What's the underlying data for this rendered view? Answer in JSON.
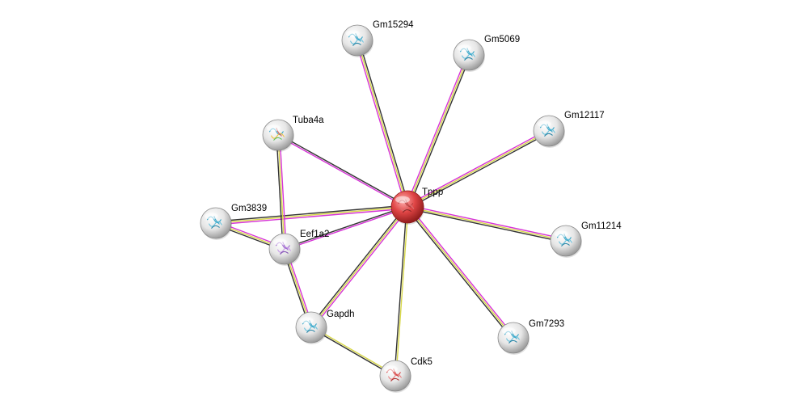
{
  "network": {
    "center": "Tppp",
    "nodes": [
      {
        "id": "Tppp",
        "label": "Tppp",
        "query": true,
        "color": "#e03a3a",
        "structure": "red"
      },
      {
        "id": "Gm15294",
        "label": "Gm15294",
        "color": "#dcdcdc",
        "structure": "cyan"
      },
      {
        "id": "Gm5069",
        "label": "Gm5069",
        "color": "#dcdcdc",
        "structure": "cyan"
      },
      {
        "id": "Gm12117",
        "label": "Gm12117",
        "color": "#dcdcdc",
        "structure": "cyan"
      },
      {
        "id": "Tuba4a",
        "label": "Tuba4a",
        "color": "#dcdcdc",
        "structure": "multi"
      },
      {
        "id": "Gm3839",
        "label": "Gm3839",
        "color": "#dcdcdc",
        "structure": "cyan"
      },
      {
        "id": "Eef1a2",
        "label": "Eef1a2",
        "color": "#dcdcdc",
        "structure": "purple"
      },
      {
        "id": "Gm11214",
        "label": "Gm11214",
        "color": "#dcdcdc",
        "structure": "cyan"
      },
      {
        "id": "Gapdh",
        "label": "Gapdh",
        "color": "#dcdcdc",
        "structure": "cyan"
      },
      {
        "id": "Gm7293",
        "label": "Gm7293",
        "color": "#dcdcdc",
        "structure": "cyan"
      },
      {
        "id": "Cdk5",
        "label": "Cdk5",
        "color": "#dcdcdc",
        "structure": "red-small"
      }
    ],
    "edges": [
      {
        "source": "Tppp",
        "target": "Gm15294",
        "evidence": [
          "#d633d6",
          "#d8d84a",
          "#333333"
        ]
      },
      {
        "source": "Tppp",
        "target": "Gm5069",
        "evidence": [
          "#d633d6",
          "#d8d84a",
          "#333333"
        ]
      },
      {
        "source": "Tppp",
        "target": "Gm12117",
        "evidence": [
          "#d633d6",
          "#d8d84a",
          "#333333"
        ]
      },
      {
        "source": "Tppp",
        "target": "Tuba4a",
        "evidence": [
          "#d633d6",
          "#333333"
        ]
      },
      {
        "source": "Tppp",
        "target": "Gm3839",
        "evidence": [
          "#d633d6",
          "#d8d84a",
          "#333333"
        ]
      },
      {
        "source": "Tppp",
        "target": "Eef1a2",
        "evidence": [
          "#d633d6",
          "#333333"
        ]
      },
      {
        "source": "Tppp",
        "target": "Gm11214",
        "evidence": [
          "#d633d6",
          "#d8d84a",
          "#333333"
        ]
      },
      {
        "source": "Tppp",
        "target": "Gapdh",
        "evidence": [
          "#d633d6",
          "#d8d84a",
          "#333333"
        ]
      },
      {
        "source": "Tppp",
        "target": "Gm7293",
        "evidence": [
          "#d633d6",
          "#d8d84a",
          "#333333"
        ]
      },
      {
        "source": "Tppp",
        "target": "Cdk5",
        "evidence": [
          "#d8d84a",
          "#333333"
        ]
      },
      {
        "source": "Tuba4a",
        "target": "Eef1a2",
        "evidence": [
          "#d633d6",
          "#d8d84a",
          "#333333"
        ]
      },
      {
        "source": "Gm3839",
        "target": "Eef1a2",
        "evidence": [
          "#d633d6",
          "#d8d84a",
          "#333333"
        ]
      },
      {
        "source": "Eef1a2",
        "target": "Gapdh",
        "evidence": [
          "#d633d6",
          "#d8d84a",
          "#333333"
        ]
      },
      {
        "source": "Gapdh",
        "target": "Cdk5",
        "evidence": [
          "#d8d84a",
          "#333333"
        ]
      }
    ]
  }
}
